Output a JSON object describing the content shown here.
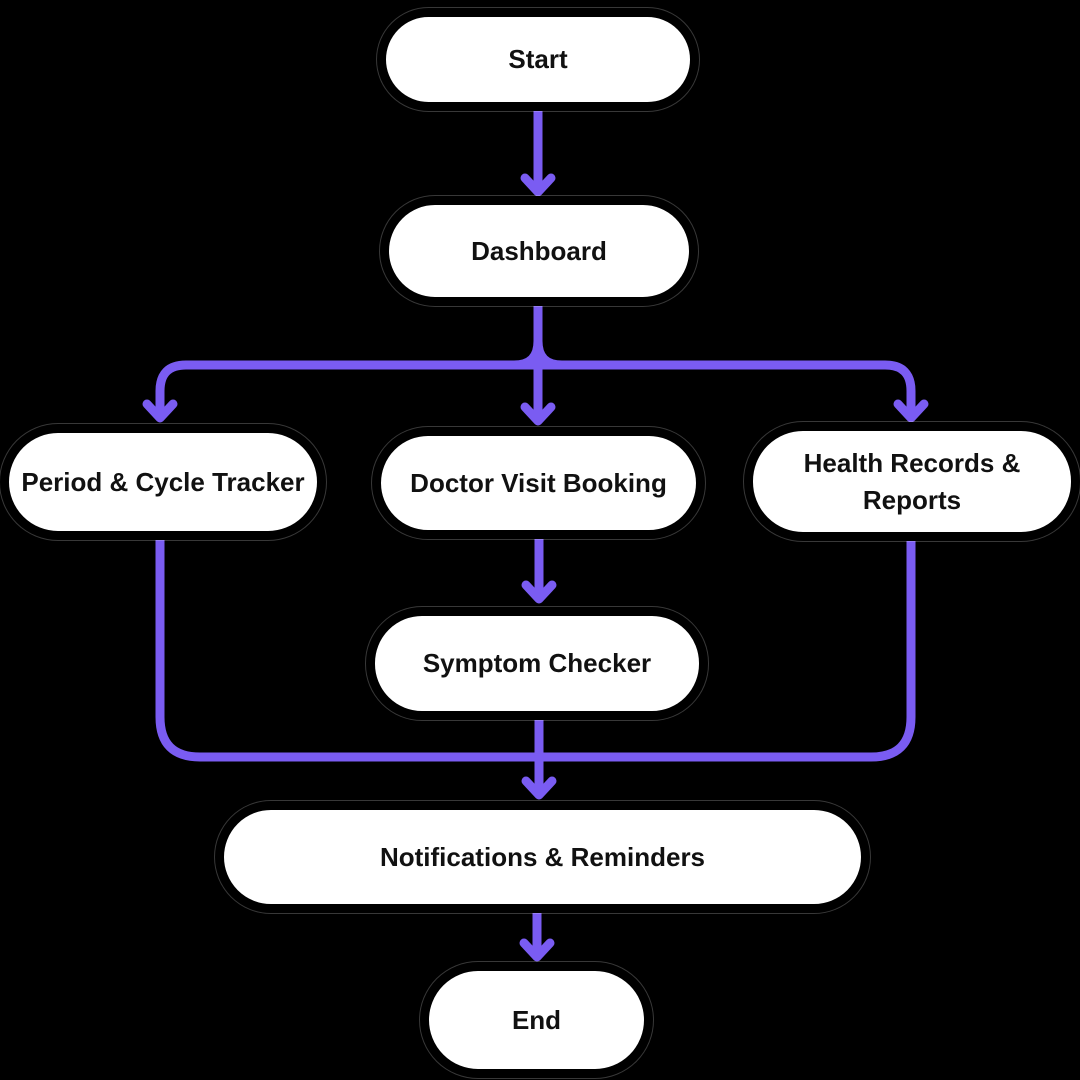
{
  "diagram": {
    "type": "flowchart",
    "nodes": [
      {
        "id": "start",
        "label": "Start"
      },
      {
        "id": "dashboard",
        "label": "Dashboard"
      },
      {
        "id": "period-cycle-tracker",
        "label": "Period & Cycle Tracker"
      },
      {
        "id": "doctor-visit-booking",
        "label": "Doctor Visit Booking"
      },
      {
        "id": "health-records-reports",
        "label": "Health Records & Reports"
      },
      {
        "id": "symptom-checker",
        "label": "Symptom Checker"
      },
      {
        "id": "notifications-reminders",
        "label": "Notifications & Reminders"
      },
      {
        "id": "end",
        "label": "End"
      }
    ],
    "edges": [
      {
        "from": "start",
        "to": "dashboard"
      },
      {
        "from": "dashboard",
        "to": "period-cycle-tracker"
      },
      {
        "from": "dashboard",
        "to": "doctor-visit-booking"
      },
      {
        "from": "dashboard",
        "to": "health-records-reports"
      },
      {
        "from": "doctor-visit-booking",
        "to": "symptom-checker"
      },
      {
        "from": "period-cycle-tracker",
        "to": "notifications-reminders"
      },
      {
        "from": "symptom-checker",
        "to": "notifications-reminders"
      },
      {
        "from": "health-records-reports",
        "to": "notifications-reminders"
      },
      {
        "from": "notifications-reminders",
        "to": "end"
      }
    ],
    "colors": {
      "background": "#000000",
      "node_fill": "#ffffff",
      "node_border": "#000000",
      "connector": "#7a5cf2",
      "text": "#111111"
    }
  }
}
